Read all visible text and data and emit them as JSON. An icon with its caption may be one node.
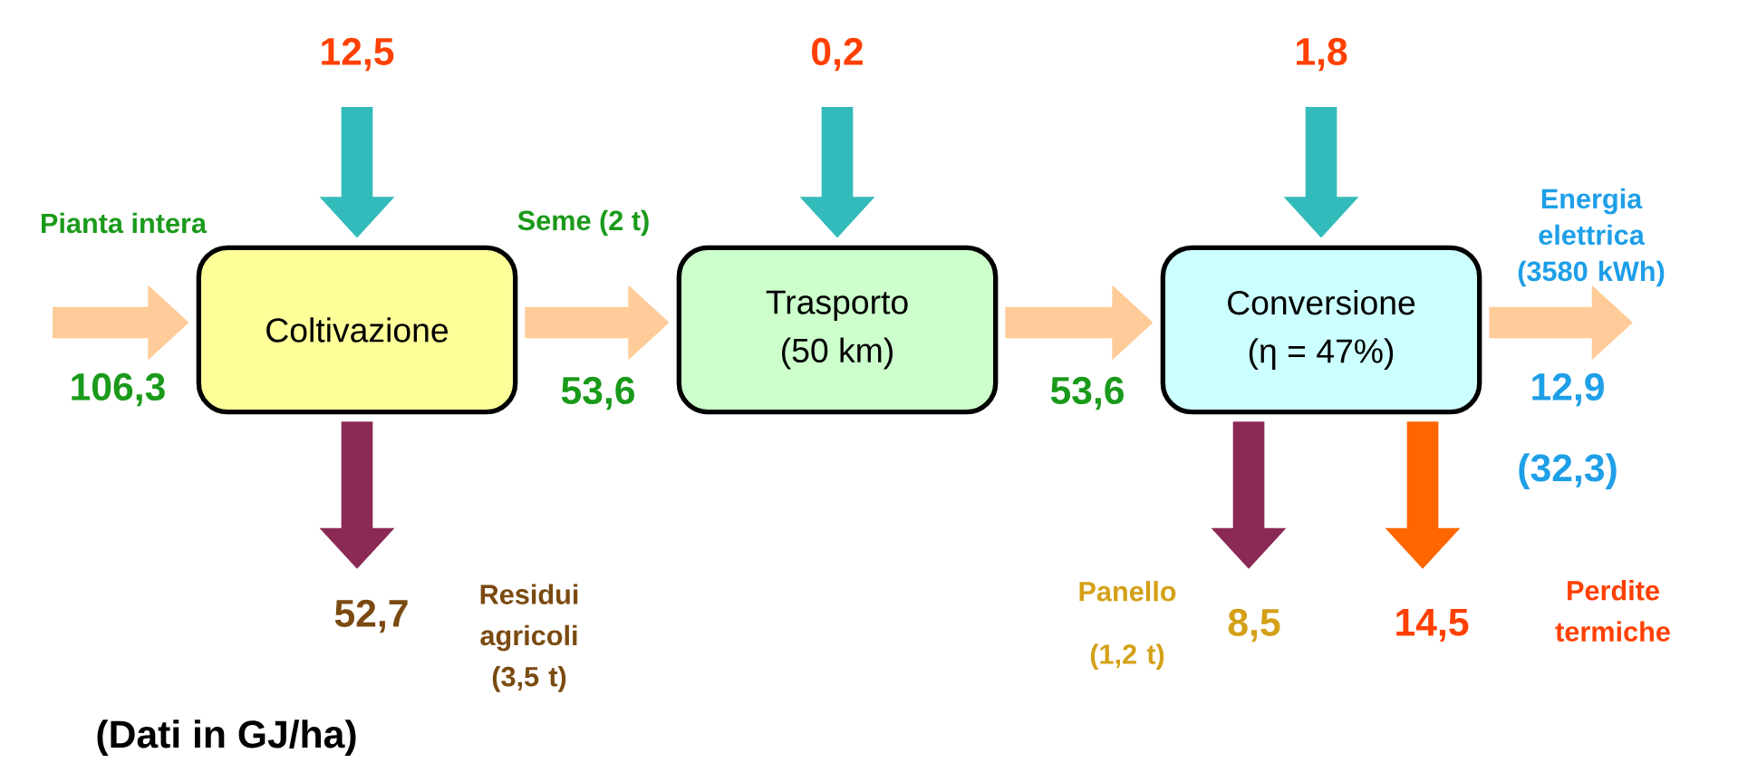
{
  "diagram": {
    "nodes": [
      {
        "text": [
          "Coltivazione"
        ]
      },
      {
        "text": [
          "Trasporto",
          "(50 km)"
        ]
      },
      {
        "text": [
          "Conversione",
          "(η = 47%)"
        ]
      }
    ],
    "edges": [
      {
        "from": null,
        "to": 0,
        "arrow": "to",
        "label": "Pianta intera"
      },
      {
        "from": null,
        "to": 0,
        "arrow": "to",
        "label": "12,5",
        "color": "#33bbbb"
      },
      {
        "from": 0,
        "to": null,
        "arrow": "to",
        "label": "52,7",
        "color": "#8b2a55"
      },
      {
        "from": 0,
        "to": 1,
        "arrow": "to",
        "label": "Seme (2 t)"
      },
      {
        "from": null,
        "to": 1,
        "arrow": "to",
        "label": "0,2",
        "color": "#33bbbb"
      },
      {
        "from": 1,
        "to": 2,
        "arrow": "to"
      },
      {
        "from": null,
        "to": 2,
        "arrow": "to",
        "label": "1,8",
        "color": "#33bbbb"
      },
      {
        "from": 2,
        "to": null,
        "arrow": "to",
        "label": "Energia elettrica (3580 kWh)"
      },
      {
        "from": 2,
        "to": null,
        "arrow": "to",
        "label": "8,5",
        "color": "#8b2a55"
      },
      {
        "from": 2,
        "to": null,
        "arrow": "to",
        "label": "14,5",
        "color": "#ff6600"
      }
    ],
    "labels": [
      "106,3",
      "53,6",
      "53,6",
      "12,9",
      "(32,3)",
      "Residui agricoli (3,5 t)",
      "Panello (1,2 t)",
      "Perdite termiche",
      "(Dati in GJ/ha)"
    ]
  }
}
